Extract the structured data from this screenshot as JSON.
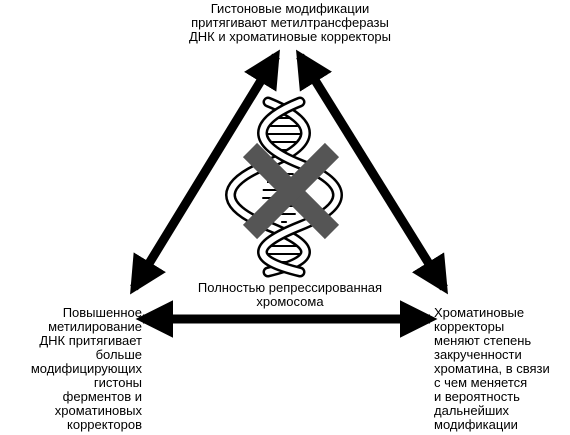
{
  "top_label": [
    "Гистоновые модификации",
    "притягивают метилтрансферазы",
    "ДНК и хроматиновые корректоры"
  ],
  "left_label": [
    "Повышенное",
    "метилирование",
    "ДНК притягивает",
    "больше",
    "модифицирующих",
    "гистоны",
    "ферментов и",
    "хроматиновых",
    "корректоров"
  ],
  "right_label": [
    "Хроматиновые",
    "корректоры",
    "меняют степень",
    "закрученности",
    "хроматина, в связи",
    "с чем меняется",
    "и вероятность",
    "дальнейших",
    "модификации"
  ],
  "center_label": [
    "Полностью репрессированная",
    "хромосома"
  ],
  "colors": {
    "arrow": "#000000",
    "dna_strand_fill": "#ffffff",
    "dna_strand_outline": "#000000",
    "cross": "#555555"
  },
  "icons": [
    "dna-helix-icon",
    "cross-out-icon"
  ]
}
